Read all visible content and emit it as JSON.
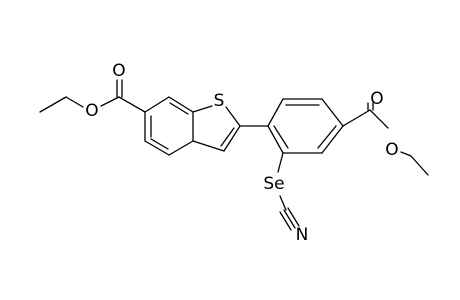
{
  "molecule": {
    "atoms": {
      "o_carbonyl_left": "O",
      "o_ester_left": "O",
      "sulfur": "S",
      "o_carbonyl_right": "O",
      "o_ester_right": "O",
      "selenium": "Se",
      "nitrogen": "N"
    }
  },
  "colors": {
    "bond": "#000000",
    "background": "#ffffff",
    "text": "#000000"
  }
}
